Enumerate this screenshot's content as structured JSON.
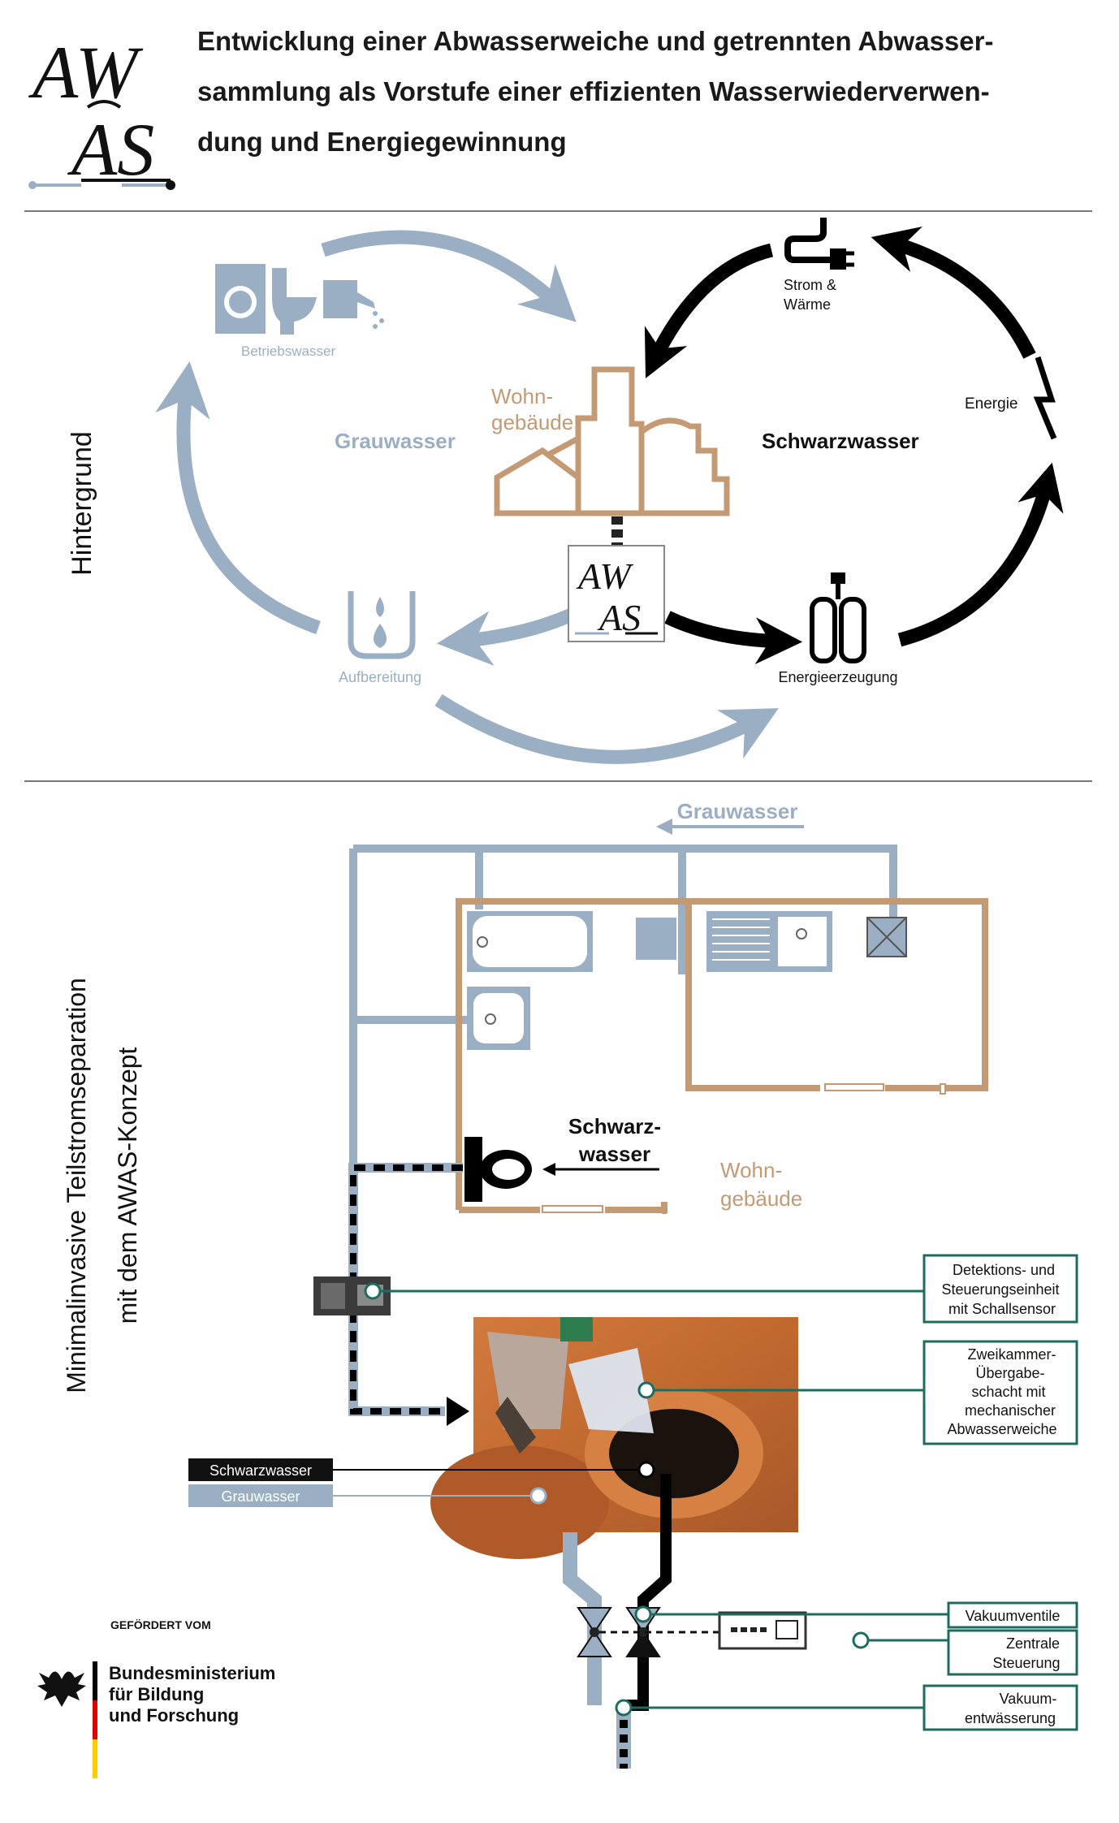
{
  "header": {
    "logo_top": "AW",
    "logo_bottom": "AS",
    "title_lines": [
      "Entwicklung einer Abwasserweiche und getrennten Abwasser-",
      "sammlung als Vorstufe einer effizienten Wasserwiederverwen-",
      "dung und Energiegewinnung"
    ]
  },
  "section1": {
    "side_label": "Hintergrund",
    "labels": {
      "betriebswasser": "Betriebswasser",
      "grauwasser": "Grauwasser",
      "wohn_line1": "Wohn-",
      "wohn_line2": "gebäude",
      "schwarzwasser": "Schwarzwasser",
      "strom_line1": "Strom &",
      "strom_line2": "Wärme",
      "energie": "Energie",
      "aufbereitung": "Aufbereitung",
      "energieerzeugung": "Energieerzeugung",
      "logo_top": "AW",
      "logo_bottom": "AS"
    }
  },
  "section2": {
    "side_label_line1": "Minimalinvasive Teilstromseparation",
    "side_label_line2": "mit dem AWAS-Konzept",
    "grauwasser_top": "Grauwasser",
    "schwarz_line1": "Schwarz-",
    "schwarz_line2": "wasser",
    "wohn_line1": "Wohn-",
    "wohn_line2": "gebäude",
    "legend_schwarz": "Schwarzwasser",
    "legend_grau": "Grauwasser",
    "callouts": {
      "detektion": [
        "Detektions- und",
        "Steuerungseinheit",
        "mit Schallsensor"
      ],
      "zweikammer": [
        "Zweikammer-",
        "Übergabe-",
        "schacht mit",
        "mechanischer",
        "Abwasserweiche"
      ],
      "vakuumventile": [
        "Vakuumventile"
      ],
      "zentrale": [
        "Zentrale",
        "Steuerung"
      ],
      "vakuum_entw": [
        "Vakuum-",
        "entwässerung"
      ]
    }
  },
  "footer": {
    "gefoerdert": "GEFÖRDERT VOM",
    "ministry_lines": [
      "Bundesministerium",
      "für Bildung",
      "und Forschung"
    ]
  },
  "colors": {
    "grau": "#9aafc4",
    "wohn": "#c49a74",
    "schwarz": "#000000",
    "teal": "#1e6b60"
  }
}
